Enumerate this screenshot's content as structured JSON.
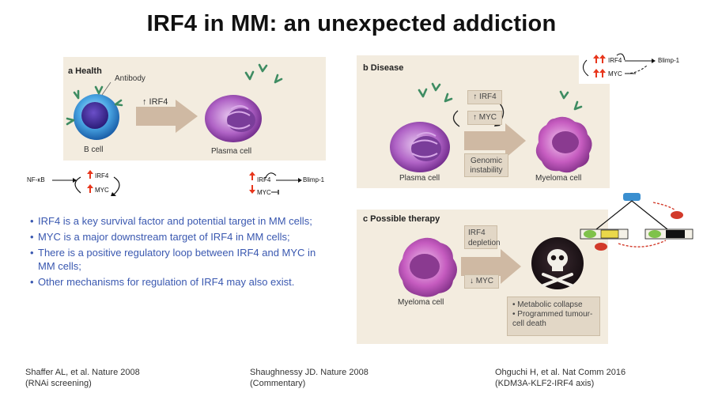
{
  "title": "IRF4 in MM: an unexpected addiction",
  "panel_a": {
    "label": "a Health",
    "antibody_label": "Antibody",
    "arrow_label": "↑ IRF4",
    "left_cell": "B cell",
    "right_cell": "Plasma cell"
  },
  "panel_b": {
    "label": "b Disease",
    "arrow_irf4": "↑ IRF4",
    "arrow_myc": "↑ MYC",
    "genomic_instability": "Genomic instability",
    "left_cell": "Plasma cell",
    "right_cell": "Myeloma cell"
  },
  "panel_c": {
    "label": "c Possible therapy",
    "irf4_depletion": "IRF4 depletion",
    "myc_down": "↓ MYC",
    "cell": "Myeloma cell",
    "outcomes": [
      "Metabolic collapse",
      "Programmed tumour-cell death"
    ]
  },
  "inset_nfkb": {
    "nfkb": "NF-κB",
    "irf4": "IRF4",
    "myc": "MYC"
  },
  "inset_blimp_small": {
    "irf4": "IRF4",
    "myc": "MYC",
    "blimp": "Blimp-1"
  },
  "inset_blimp_top": {
    "irf4": "IRF4",
    "myc": "MYC",
    "blimp": "Blimp-1"
  },
  "bullets": [
    "IRF4 is a key survival factor and potential target in MM cells;",
    "MYC is a major downstream target of IRF4 in MM cells;",
    "There is a positive regulatory loop between IRF4 and MYC in MM cells;",
    "Other mechanisms for regulation of IRF4 may also exist."
  ],
  "citations": [
    {
      "line1": "Shaffer AL, et al. Nature 2008",
      "line2": "(RNAi screening)"
    },
    {
      "line1": "Shaughnessy JD. Nature 2008",
      "line2": "(Commentary)"
    },
    {
      "line1": "Ohguchi H, et al. Nat Comm 2016",
      "line2": "(KDM3A-KLF2-IRF4 axis)"
    }
  ],
  "colors": {
    "bullet_text": "#3a58b0",
    "panel_bg": "#f3ecdf",
    "up_arrow": "#e8361c",
    "bcell": "#2a8fd8",
    "plasma": "#9b3fb0"
  }
}
